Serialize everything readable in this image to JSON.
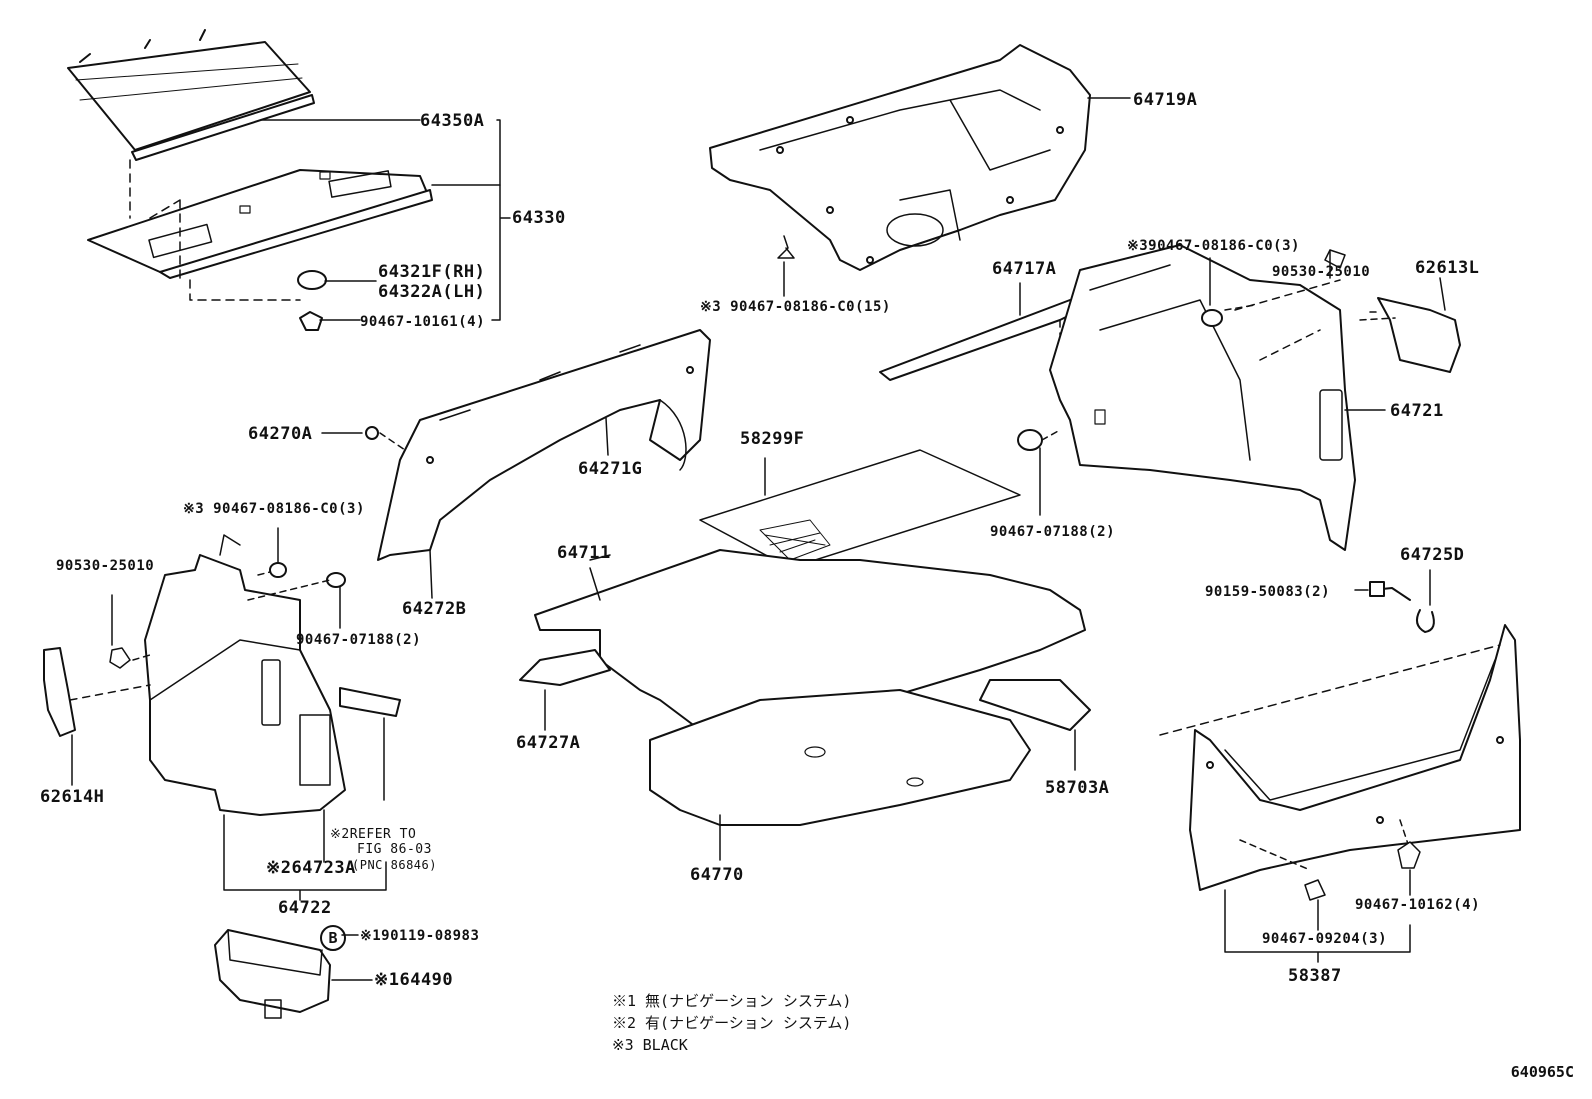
{
  "labels": {
    "p64350A": "64350A",
    "p64330": "64330",
    "p64321F": "64321F(RH)",
    "p64322A": "64322A(LH)",
    "p90467_10161": "90467-10161(4)",
    "p64719A": "64719A",
    "p90467_08186_15": "※3 90467-08186-C0(15)",
    "p64717A": "64717A",
    "p90467_08186_3r": "※390467-08186-C0(3)",
    "p62613L": "62613L",
    "p90530_25010r": "90530-25010",
    "p64721": "64721",
    "p64270A": "64270A",
    "p64271G": "64271G",
    "p58299F": "58299F",
    "p90467_07188r": "90467-07188(2)",
    "p90467_08186_3l": "※3 90467-08186-C0(3)",
    "p90530_25010l": "90530-25010",
    "p64711": "64711",
    "p64272B": "64272B",
    "p90467_07188l": "90467-07188(2)",
    "p64725D": "64725D",
    "p90159_50083": "90159-50083(2)",
    "p64727A": "64727A",
    "p62614H": "62614H",
    "refer1": "※2REFER TO",
    "refer2": "FIG 86-03",
    "refer3": "(PNC 86846)",
    "p58703A": "58703A",
    "p64723A": "※264723A",
    "p64770": "64770",
    "p64722": "64722",
    "p90467_10162": "90467-10162(4)",
    "p90119_08983": "※190119-08983",
    "p64490": "※164490",
    "p90467_09204": "90467-09204(3)",
    "p58387": "58387",
    "circle_b": "B"
  },
  "legend": [
    "※1 無(ナビゲーション システム)",
    "※2 有(ナビゲーション システム)",
    "※3 BLACK"
  ],
  "diagram_code": "640965C"
}
